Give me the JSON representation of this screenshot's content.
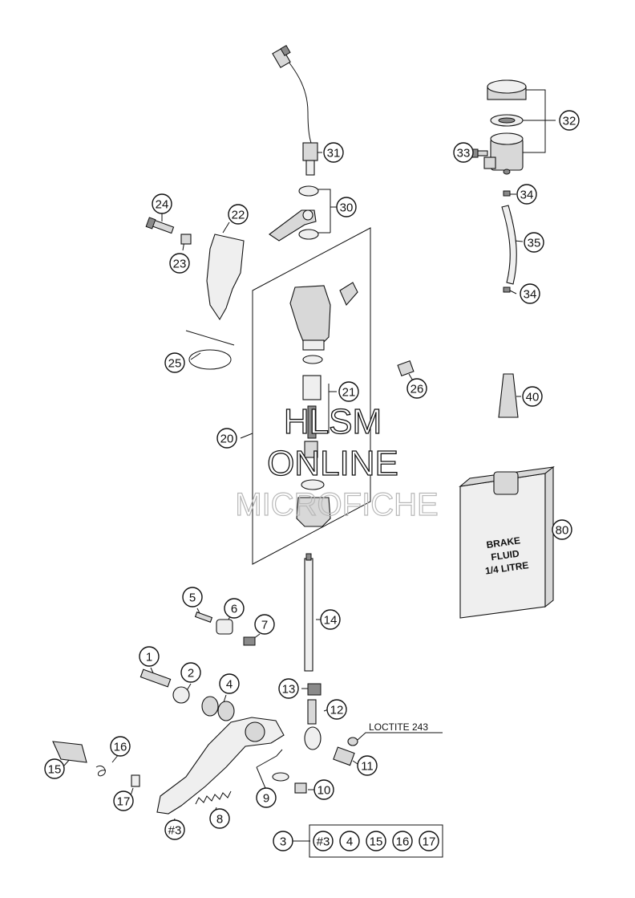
{
  "watermark": {
    "line1": "HLSM",
    "line2": "ONLINE",
    "line3": "MICROFICHE"
  },
  "callouts": [
    {
      "id": "c31",
      "label": "31"
    },
    {
      "id": "c30",
      "label": "30"
    },
    {
      "id": "c32",
      "label": "32"
    },
    {
      "id": "c33",
      "label": "33"
    },
    {
      "id": "c34a",
      "label": "34"
    },
    {
      "id": "c35",
      "label": "35"
    },
    {
      "id": "c34b",
      "label": "34"
    },
    {
      "id": "c24",
      "label": "24"
    },
    {
      "id": "c22",
      "label": "22"
    },
    {
      "id": "c23",
      "label": "23"
    },
    {
      "id": "c25",
      "label": "25"
    },
    {
      "id": "c21",
      "label": "21"
    },
    {
      "id": "c26",
      "label": "26"
    },
    {
      "id": "c40",
      "label": "40"
    },
    {
      "id": "c20",
      "label": "20"
    },
    {
      "id": "c80",
      "label": "80"
    },
    {
      "id": "c5",
      "label": "5"
    },
    {
      "id": "c6",
      "label": "6"
    },
    {
      "id": "c7",
      "label": "7"
    },
    {
      "id": "c14",
      "label": "14"
    },
    {
      "id": "c1",
      "label": "1"
    },
    {
      "id": "c2",
      "label": "2"
    },
    {
      "id": "c4",
      "label": "4"
    },
    {
      "id": "c13",
      "label": "13"
    },
    {
      "id": "c12",
      "label": "12"
    },
    {
      "id": "c16",
      "label": "16"
    },
    {
      "id": "c15",
      "label": "15"
    },
    {
      "id": "c11",
      "label": "11"
    },
    {
      "id": "c17",
      "label": "17"
    },
    {
      "id": "c9",
      "label": "9"
    },
    {
      "id": "c10",
      "label": "10"
    },
    {
      "id": "c8",
      "label": "8"
    },
    {
      "id": "c3m",
      "label": "#3"
    },
    {
      "id": "c3",
      "label": "3"
    }
  ],
  "kit": {
    "members": [
      "#3",
      "4",
      "15",
      "16",
      "17"
    ]
  },
  "annotation": {
    "loctite": "LOCTITE 243"
  },
  "bottle_label": {
    "line1": "BRAKE",
    "line2": "FLUID",
    "line3": "1/4 LITRE"
  }
}
